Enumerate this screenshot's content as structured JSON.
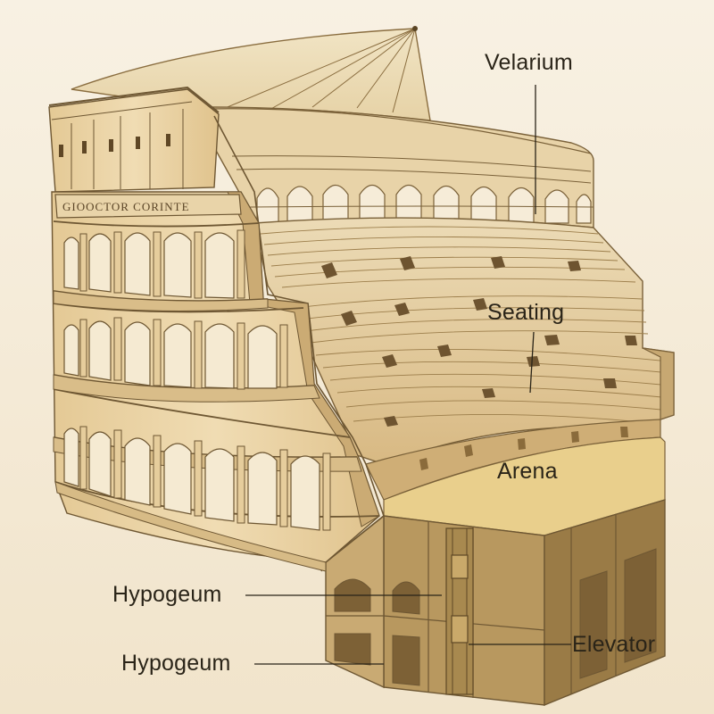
{
  "labels": {
    "velarium": "Velarium",
    "seating": "Seating",
    "arena": "Arena",
    "hypogeum_upper": "Hypogeum",
    "hypogeum_lower": "Hypogeum",
    "elevator": "Elevator"
  },
  "inscription": "GIOOCTOR CORINTE",
  "colors": {
    "background": "#f7efe0",
    "stone_light": "#eedcb6",
    "stone_mid": "#dcc194",
    "stone_dark": "#b9975f",
    "arena_sand": "#e8cd8a",
    "hypogeum": "#bfa06a",
    "outline": "#6e5733",
    "label_text": "#2a2418"
  }
}
